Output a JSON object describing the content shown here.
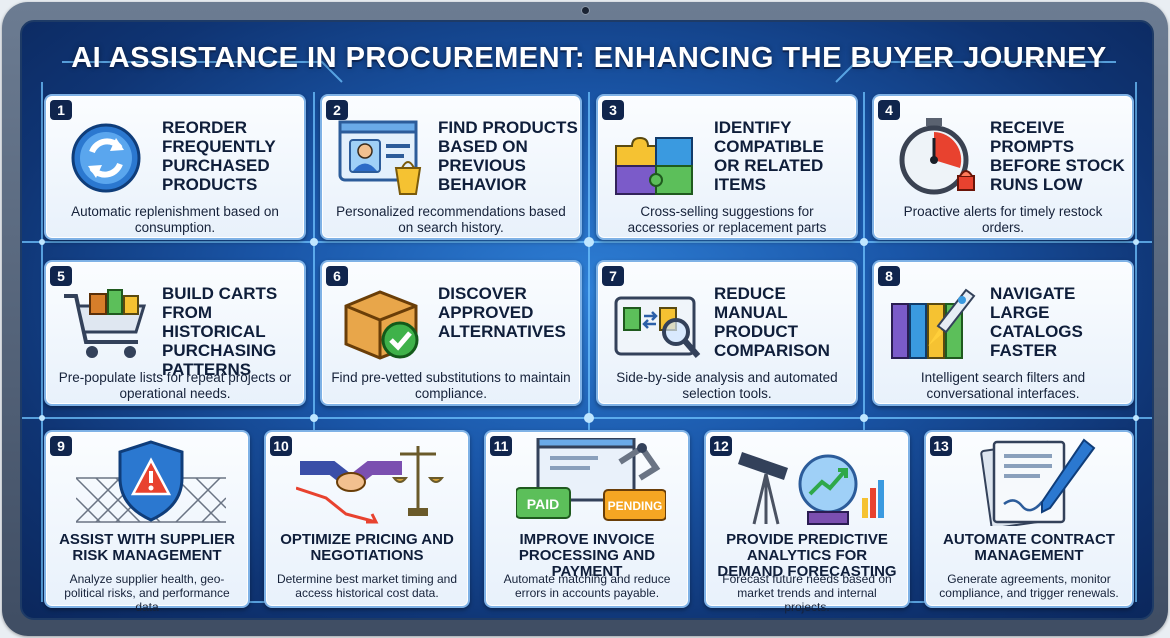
{
  "title": "AI ASSISTANCE IN PROCUREMENT: ENHANCING THE BUYER JOURNEY",
  "colors": {
    "accent": "#1a56a8",
    "card_border": "#7fb2e6",
    "badge": "#10254d"
  },
  "cards": [
    {
      "num": "1",
      "title": "REORDER FREQUENTLY PURCHASED PRODUCTS",
      "desc": "Automatic replenishment based on consumption.",
      "icon": "refresh-cycle-icon"
    },
    {
      "num": "2",
      "title": "FIND PRODUCTS BASED ON PREVIOUS BEHAVIOR",
      "desc": "Personalized recommendations based on search history.",
      "icon": "user-profile-shopping-icon"
    },
    {
      "num": "3",
      "title": "IDENTIFY COMPATIBLE OR RELATED ITEMS",
      "desc": "Cross-selling suggestions for accessories or replacement parts",
      "icon": "puzzle-pieces-icon"
    },
    {
      "num": "4",
      "title": "RECEIVE PROMPTS BEFORE STOCK RUNS LOW",
      "desc": "Proactive alerts for timely restock orders.",
      "icon": "stopwatch-alarm-icon"
    },
    {
      "num": "5",
      "title": "BUILD CARTS FROM HISTORICAL PURCHASING PATTERNS",
      "desc": "Pre-populate lists for repeat projects or operational needs.",
      "icon": "shopping-cart-icon"
    },
    {
      "num": "6",
      "title": "DISCOVER APPROVED ALTERNATIVES",
      "desc": "Find pre-vetted substitutions to maintain compliance.",
      "icon": "approved-box-icon"
    },
    {
      "num": "7",
      "title": "REDUCE MANUAL PRODUCT COMPARISON",
      "desc": "Side-by-side analysis and automated selection tools.",
      "icon": "compare-magnifier-icon"
    },
    {
      "num": "8",
      "title": "NAVIGATE LARGE CATALOGS FASTER",
      "desc": "Intelligent search filters and conversational interfaces.",
      "icon": "binders-rocket-icon"
    },
    {
      "num": "9",
      "title": "ASSIST WITH SUPPLIER RISK MANAGEMENT",
      "desc": "Analyze supplier health, geo-political risks, and performance data",
      "icon": "warning-shield-icon"
    },
    {
      "num": "10",
      "title": "OPTIMIZE PRICING AND NEGOTIATIONS",
      "desc": "Determine best market timing and access historical cost data.",
      "icon": "handshake-scales-icon"
    },
    {
      "num": "11",
      "title": "IMPROVE INVOICE PROCESSING AND PAYMENT",
      "desc": "Automate matching and reduce errors in accounts payable.",
      "icon": "invoice-robot-icon"
    },
    {
      "num": "12",
      "title": "PROVIDE PREDICTIVE ANALYTICS FOR DEMAND FORECASTING",
      "desc": "Forecast future needs based on market trends and internal projects.",
      "icon": "telescope-crystal-ball-icon"
    },
    {
      "num": "13",
      "title": "AUTOMATE CONTRACT MANAGEMENT",
      "desc": "Generate agreements, monitor compliance, and trigger renewals.",
      "icon": "contract-pen-icon"
    }
  ],
  "icon_labels": {
    "paid": "PAID",
    "pending": "PENDING"
  }
}
